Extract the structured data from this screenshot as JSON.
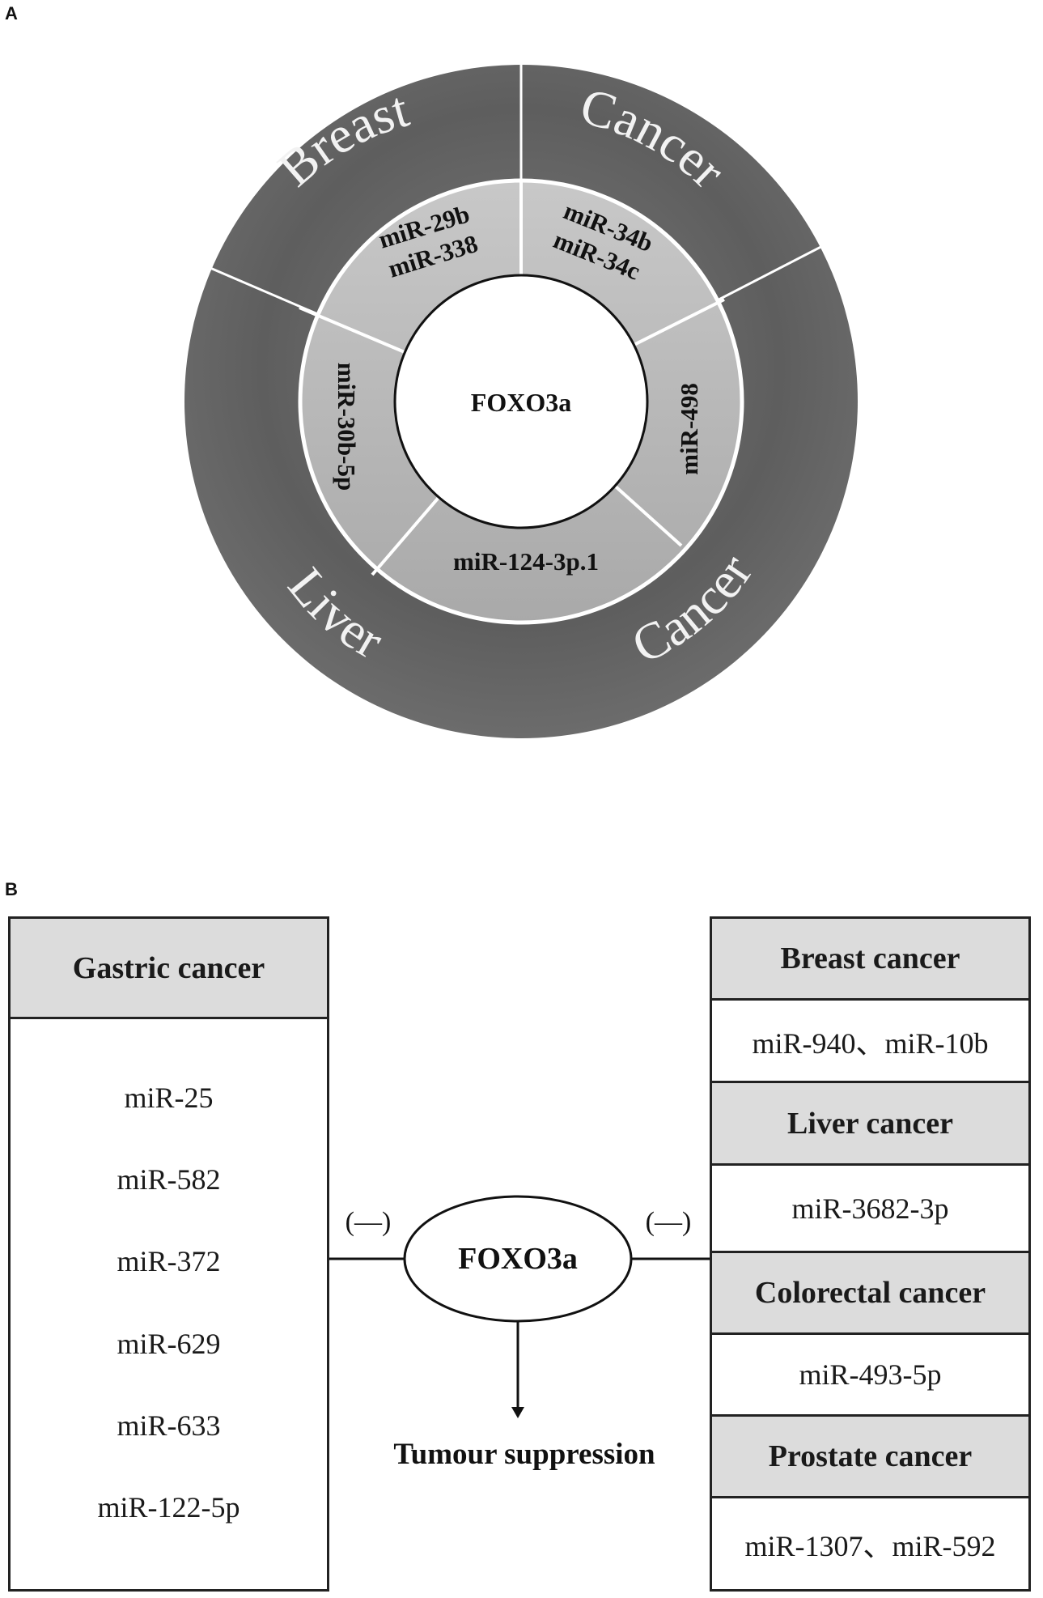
{
  "panel_a": {
    "letter": "A",
    "center": "FOXO3a",
    "outer_words": [
      "Breast",
      "Cancer",
      "Liver",
      "Cancer"
    ],
    "segments": {
      "top_left": [
        "miR-29b",
        "miR-338"
      ],
      "top_right": [
        "miR-34b",
        "miR-34c"
      ],
      "right": "miR-498",
      "bottom": "miR-124-3p.1",
      "left": "miR-30b-5p"
    }
  },
  "panel_b": {
    "letter": "B",
    "gastric": {
      "title": "Gastric cancer",
      "items": [
        "miR-25",
        "miR-582",
        "miR-372",
        "miR-629",
        "miR-633",
        "miR-122-5p"
      ]
    },
    "center": "FOXO3a",
    "left_sign": "(—)",
    "right_sign": "(—)",
    "outcome": "Tumour suppression",
    "right_groups": [
      {
        "title": "Breast cancer",
        "content": "miR-940、miR-10b"
      },
      {
        "title": "Liver cancer",
        "content": "miR-3682-3p"
      },
      {
        "title": "Colorectal cancer",
        "content": "miR-493-5p"
      },
      {
        "title": "Prostate cancer",
        "content": "miR-1307、miR-592"
      }
    ]
  }
}
